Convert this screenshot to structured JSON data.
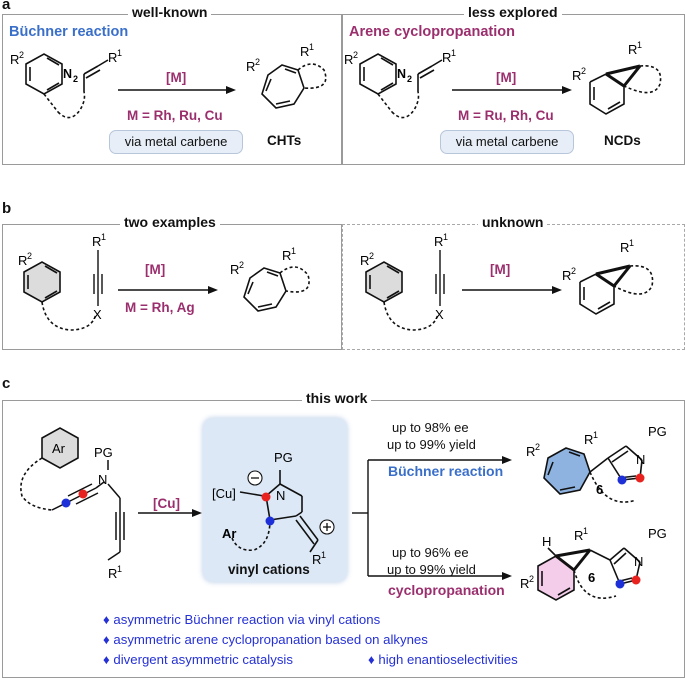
{
  "panels": {
    "a": {
      "letter": "a",
      "left_header": "well-known",
      "right_header": "less explored",
      "left_title": "Büchner reaction",
      "right_title": "Arene cyclopropanation",
      "left_catalyst": "[M]",
      "left_metals": "M = Rh, Ru, Cu",
      "left_via": "via metal carbene",
      "left_product": "CHTs",
      "right_catalyst": "[M]",
      "right_metals": "M = Ru, Rh, Cu",
      "right_via": "via metal carbene",
      "right_product": "NCDs",
      "labels": {
        "R2": "R",
        "R2_sup": "2",
        "R1": "R",
        "R1_sup": "1",
        "N2": "N",
        "N2_sub": "2"
      }
    },
    "b": {
      "letter": "b",
      "left_header": "two examples",
      "right_header": "unknown",
      "left_catalyst": "[M]",
      "left_metals": "M = Rh, Ag",
      "right_catalyst": "[M]",
      "labels": {
        "R": "R",
        "sup1": "1",
        "sup2": "2",
        "X": "X"
      }
    },
    "c": {
      "letter": "c",
      "header": "this work",
      "catalyst": "[Cu]",
      "intermediate_label": "vinyl cations",
      "top_ee": "up to 98% ee",
      "top_yield": "up to 99% yield",
      "top_name": "Büchner reaction",
      "bottom_ee": "up to 96% ee",
      "bottom_yield": "up to 99% yield",
      "bottom_name": "cyclopropanation",
      "compound_number": "6",
      "labels": {
        "Ar": "Ar",
        "PG": "PG",
        "N": "N",
        "R": "R",
        "sup1": "1",
        "sup2": "2",
        "Cu": "[Cu]",
        "H": "H"
      },
      "bullets": [
        "♦ asymmetric Büchner reaction via vinyl cations",
        "♦ asymmetric arene cyclopropanation based on alkynes",
        "♦ divergent asymmetric catalysis",
        "♦ high enantioselectivities"
      ]
    }
  },
  "colors": {
    "blue_title": "#3a6fc9",
    "purple": "#9b2f6e",
    "bullet_blue": "#2531d6",
    "red_atom": "#e8231f",
    "blue_atom": "#1d2fd6",
    "cht_fill": "#8eb3e0",
    "ncd_fill": "#f4cdea",
    "box_fill": "#dce8f6"
  }
}
